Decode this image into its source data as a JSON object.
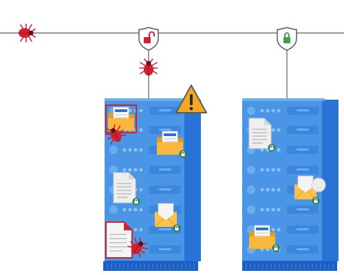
{
  "colors": {
    "server_front": "#4a95e6",
    "server_side": "#2a73d6",
    "server_top": "#6aaef0",
    "server_base": "#1a5fc4",
    "slot_fill": "#6aaef0",
    "led_fill": "#8ec4f5",
    "network_line": "#555b63",
    "threat_red": "#cf2131",
    "lock_green": "#3aa54a",
    "warning_orange": "#f5a623",
    "folder_yellow": "#f9b73c",
    "envelope_yellow": "#f7b52f",
    "document_gray": "#eeeeee"
  },
  "network": {
    "nodes": [
      {
        "name": "shield-unlocked",
        "icon": "shield-open-lock-icon",
        "state": "compromised"
      },
      {
        "name": "shield-locked",
        "icon": "shield-lock-icon",
        "state": "secure"
      }
    ],
    "intruders": [
      "bug-icon",
      "bug-icon"
    ]
  },
  "servers": [
    {
      "name": "compromised-server",
      "alert_icon": "warning-triangle-icon",
      "files": [
        "folder-icon",
        "folder-icon",
        "document-icon",
        "envelope-icon",
        "document-icon"
      ],
      "infections": [
        "bug-icon",
        "bug-icon"
      ]
    },
    {
      "name": "secure-server",
      "files": [
        "document-icon",
        "envelope-icon",
        "folder-icon"
      ],
      "infections": []
    }
  ]
}
